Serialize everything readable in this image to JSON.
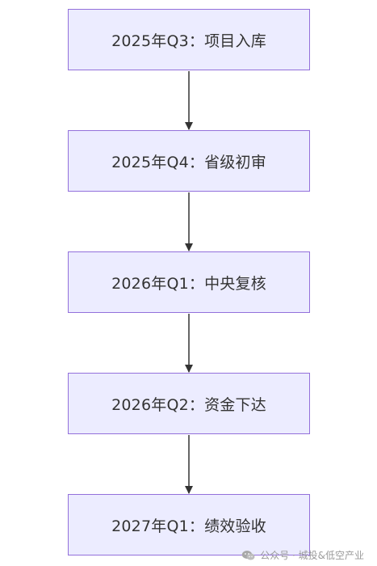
{
  "flow": {
    "steps": [
      {
        "label": "2025年Q3：项目入库"
      },
      {
        "label": "2025年Q4：省级初审"
      },
      {
        "label": "2026年Q1：中央复核"
      },
      {
        "label": "2026年Q2：资金下达"
      },
      {
        "label": "2027年Q1：绩效验收"
      }
    ]
  },
  "watermark": {
    "text": "公众号 · 城投&低空产业",
    "icon": "wechat-icon"
  },
  "colors": {
    "node_fill": "#ECECFF",
    "node_border": "#9370DB",
    "edge": "#333333",
    "text": "#333333",
    "watermark": "#9a9a9a"
  }
}
